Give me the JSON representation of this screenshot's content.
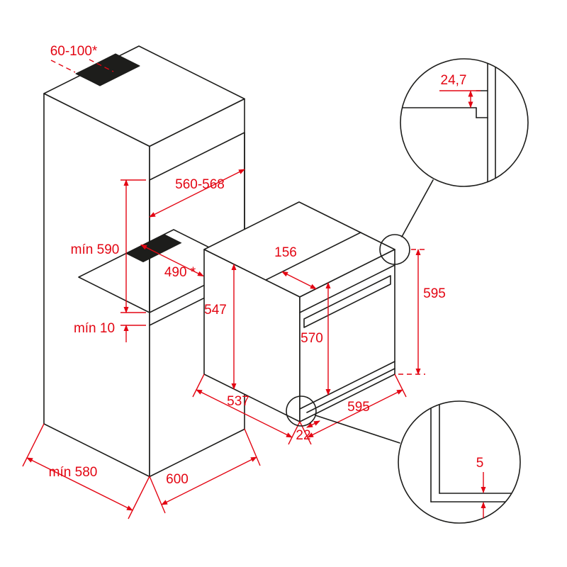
{
  "diagram": {
    "title": "built-in-oven-installation-diagram",
    "colors": {
      "line": "#1d1d1b",
      "dimension": "#e30613",
      "background": "#ffffff"
    },
    "cabinet": {
      "vent_clearance": "60-100*",
      "niche_width": "560-568",
      "niche_height": "mín 590",
      "niche_depth": "490 *",
      "bottom_clearance": "mín 10",
      "depth_min": "mín 580",
      "width": "600"
    },
    "oven": {
      "top_recess_depth": "156",
      "body_height": "547",
      "door_height": "570",
      "height": "595",
      "depth": "537",
      "width": "595",
      "base_offset": "22"
    },
    "details": {
      "top_overhang": "24,7",
      "bottom_gap": "5"
    }
  }
}
